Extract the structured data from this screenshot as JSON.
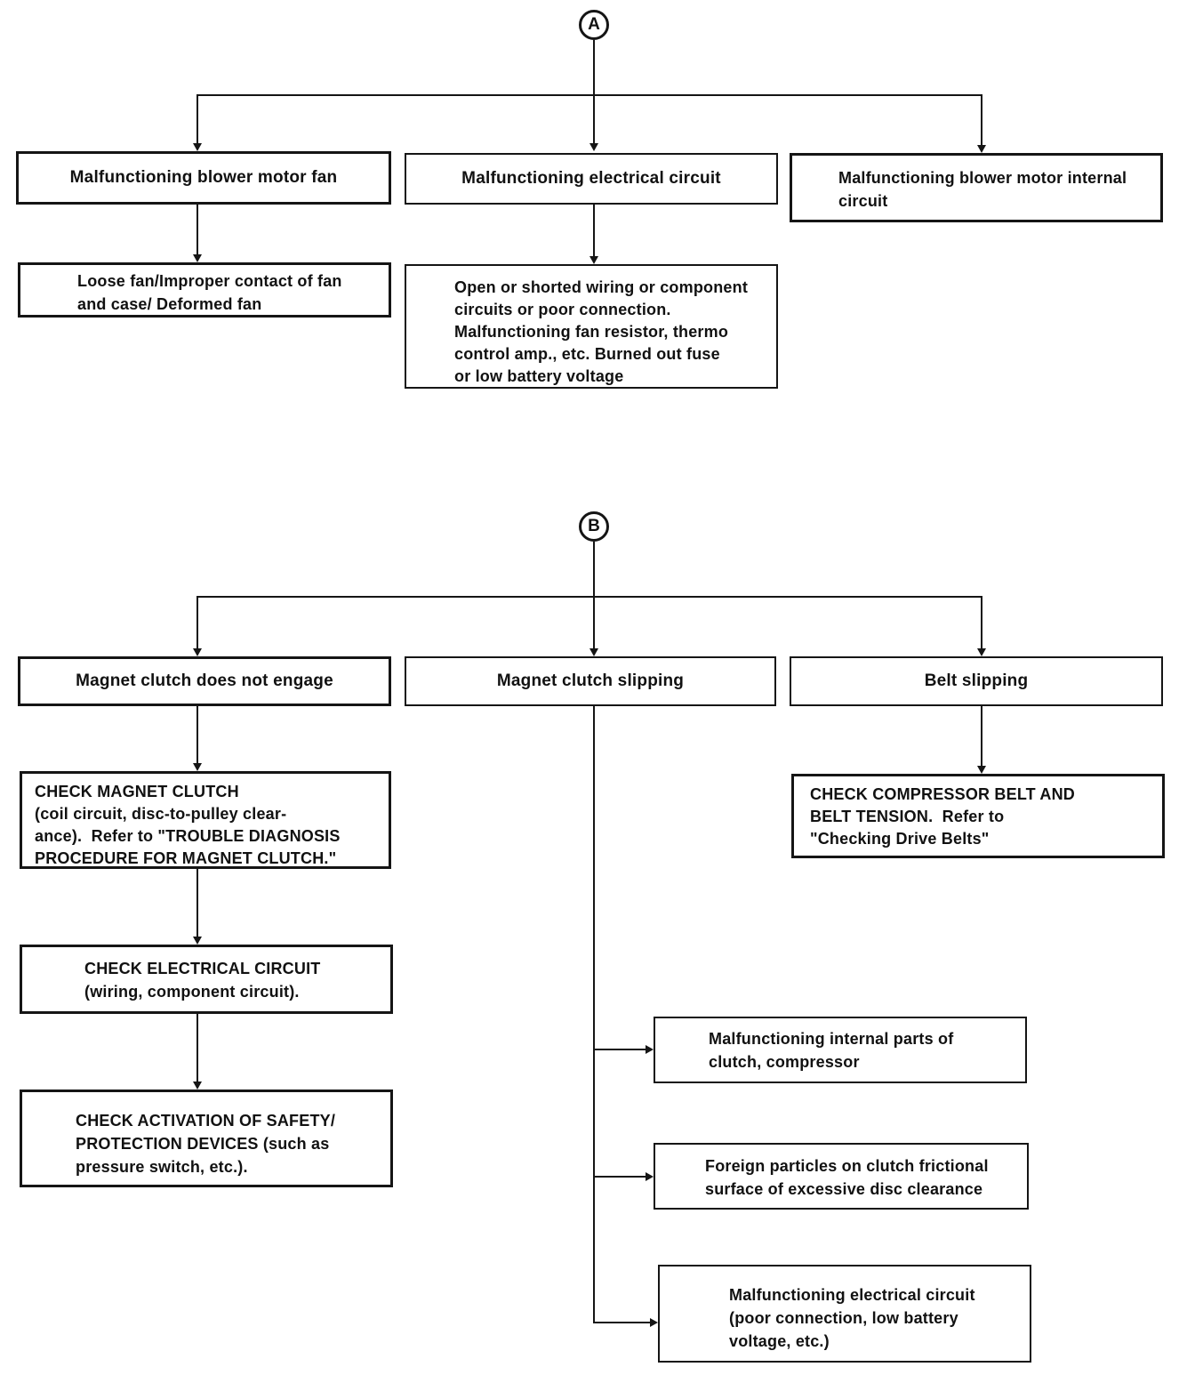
{
  "colors": {
    "ink": "#151515",
    "background": "#ffffff"
  },
  "section_a": {
    "label": "A",
    "boxes": {
      "blower_fan": "Malfunctioning blower motor fan",
      "electrical": "Malfunctioning electrical circuit",
      "internal": "Malfunctioning blower motor internal\ncircuit",
      "loose_fan": "Loose fan/Improper contact of fan\nand case/ Deformed fan",
      "open_shorted": "Open or shorted wiring or component\ncircuits or poor connection.\nMalfunctioning fan resistor, thermo\ncontrol amp., etc. Burned out fuse\nor low battery voltage"
    }
  },
  "section_b": {
    "label": "B",
    "boxes": {
      "not_engage": "Magnet clutch does not engage",
      "clutch_slipping": "Magnet clutch slipping",
      "belt_slipping": "Belt slipping",
      "check_magnet_clutch": "CHECK MAGNET CLUTCH\n(coil circuit, disc-to-pulley clear-\nance).  Refer to \"TROUBLE DIAGNOSIS\nPROCEDURE FOR MAGNET CLUTCH.\"",
      "check_electrical": "CHECK ELECTRICAL CIRCUIT\n(wiring, component circuit).",
      "check_safety": "CHECK ACTIVATION OF SAFETY/\nPROTECTION DEVICES (such as\npressure switch, etc.).",
      "check_belt": "CHECK COMPRESSOR BELT AND\nBELT TENSION.  Refer to\n\"Checking Drive Belts\"",
      "internal_parts": "Malfunctioning internal parts of\nclutch, compressor",
      "foreign_particles": "Foreign particles on clutch frictional\nsurface of excessive disc clearance",
      "electrical_circuit": "Malfunctioning electrical circuit\n(poor connection, low battery\nvoltage, etc.)"
    }
  }
}
